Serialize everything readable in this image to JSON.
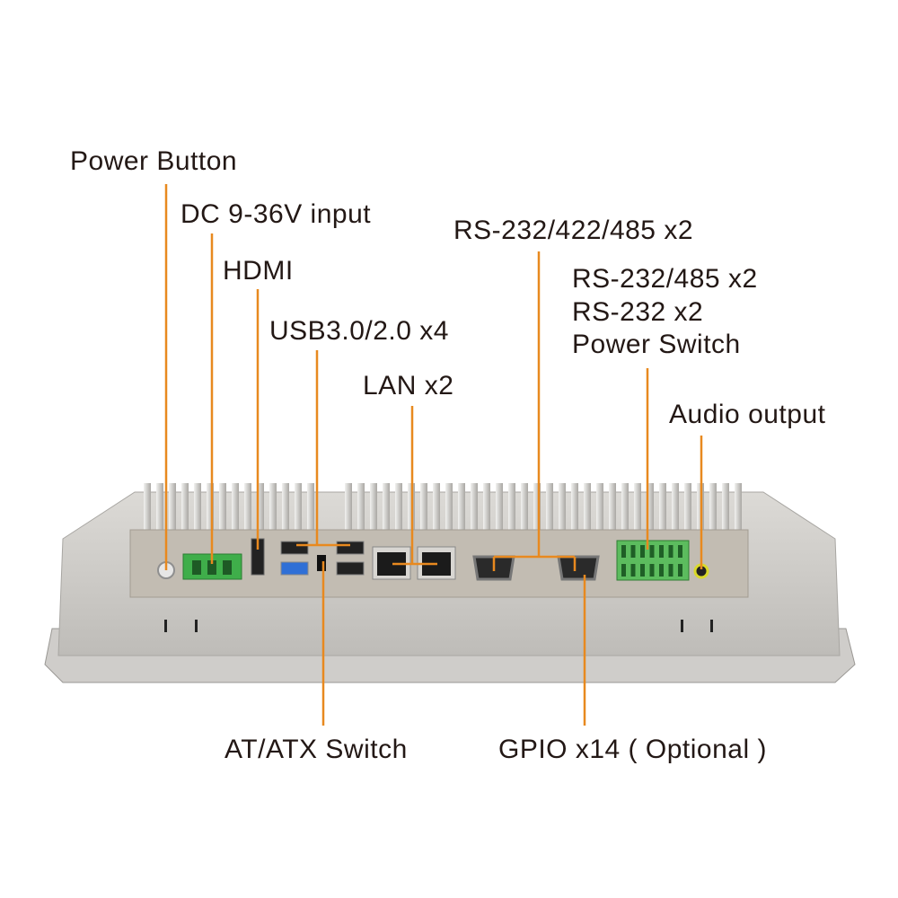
{
  "labels": {
    "power_button": "Power Button",
    "dc_input": "DC 9-36V input",
    "hdmi": "HDMI",
    "usb": "USB3.0/2.0 x4",
    "lan": "LAN x2",
    "rs232_422_485": "RS-232/422/485 x2",
    "rs232_485": "RS-232/485 x2",
    "rs232": "RS-232 x2",
    "power_switch": "Power Switch",
    "audio": "Audio output",
    "at_atx": "AT/ATX Switch",
    "gpio": "GPIO x14 ( Optional )"
  },
  "colors": {
    "leader": "#e8891f",
    "text": "#231815",
    "body": "#c9c7c3",
    "terminal": "#3fae4a"
  }
}
